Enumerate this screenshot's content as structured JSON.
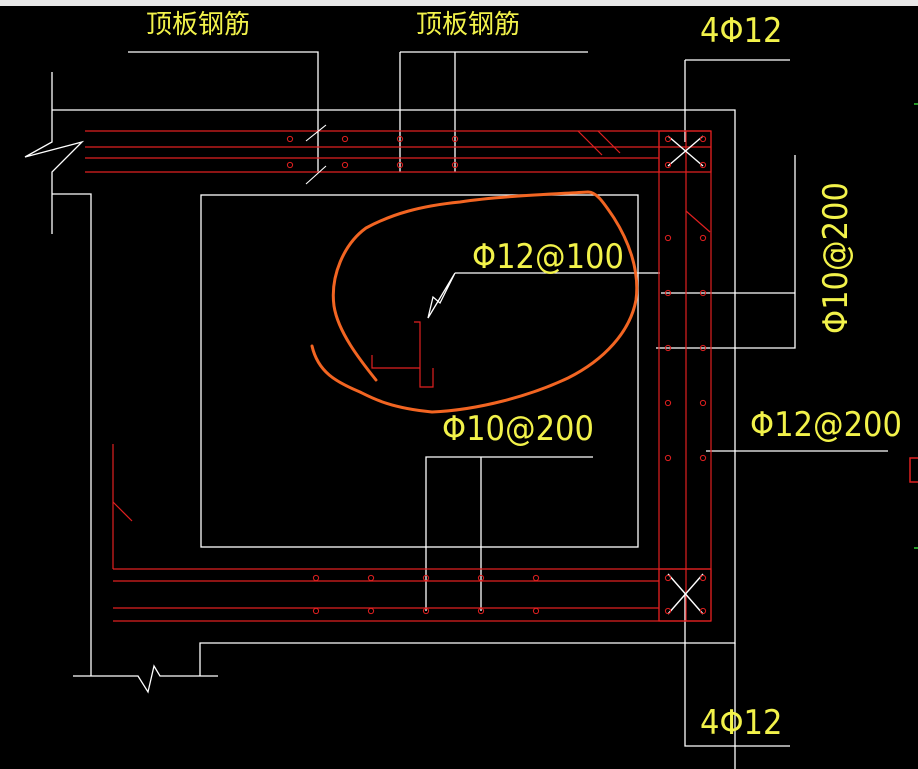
{
  "labels": {
    "top_left_slab": "顶板钢筋",
    "top_mid_slab": "顶板钢筋",
    "top_right_corner": "4Φ12",
    "bottom_right_corner": "4Φ12",
    "right_vertical": "Φ10@200",
    "right_mid": "Φ12@200",
    "center_upper": "Φ12@100",
    "center_lower": "Φ10@200"
  },
  "colors": {
    "background": "#000000",
    "outline": "#ffffff",
    "rebar": "#e02020",
    "text": "#f2f24a",
    "markup": "#f26522"
  }
}
